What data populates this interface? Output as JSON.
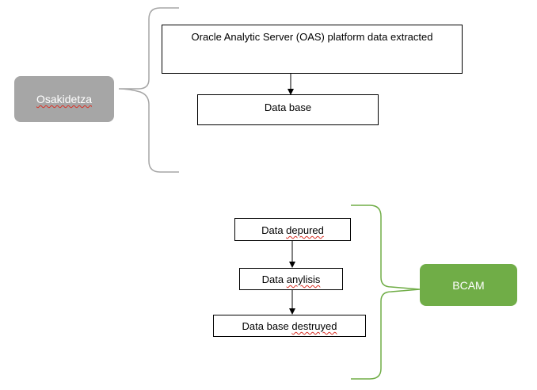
{
  "top_group": {
    "label": "Osakidetza",
    "label_color": "#a6a6a6",
    "bracket_color": "#a6a6a6",
    "nodes": [
      {
        "text": "Oracle Analytic Server (OAS) platform data extracted"
      },
      {
        "text": "Data base"
      }
    ]
  },
  "bottom_group": {
    "label": "BCAM",
    "label_color": "#70ad47",
    "bracket_color": "#70ad47",
    "nodes": [
      {
        "text_a": "Data ",
        "text_b": "depured"
      },
      {
        "text_a": "Data ",
        "text_b": "anylisis"
      },
      {
        "text_a": "Data base ",
        "text_b": "destruyed"
      }
    ]
  }
}
